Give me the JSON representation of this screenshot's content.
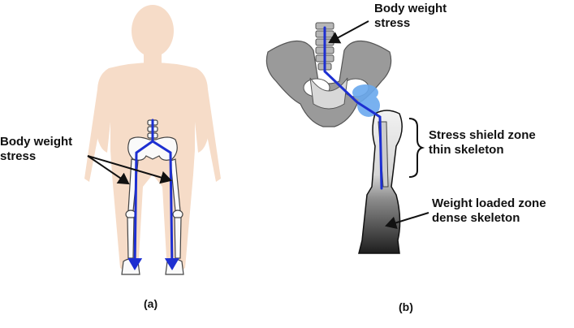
{
  "panel_a": {
    "label": "Body weight\nstress",
    "caption": "(a)"
  },
  "panel_b": {
    "label_top": "Body weight\nstress",
    "label_shield": "Stress shield zone\nthin skeleton",
    "label_loaded": "Weight loaded zone\ndense skeleton",
    "caption": "(b)"
  },
  "colors": {
    "silhouette": "#f6dcc8",
    "bone_gray": "#8f8f8f",
    "stress_line": "#1d2fd1",
    "cartilage": "#6aa9ee"
  }
}
